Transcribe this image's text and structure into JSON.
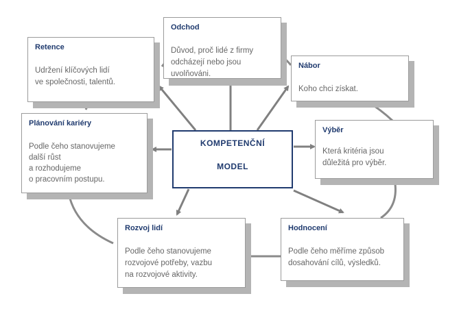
{
  "center": {
    "line1": "KOMPETENČNÍ",
    "line2": "MODEL"
  },
  "boxes": {
    "odchod": {
      "title": "Odchod",
      "body": "Důvod, proč lidé z firmy\nodcházejí nebo jsou\nuvolňováni."
    },
    "retence": {
      "title": "Retence",
      "body": "Udržení klíčových lidí\nve společnosti, talentů."
    },
    "nabor": {
      "title": "Nábor",
      "body": "Koho chci získat."
    },
    "vyber": {
      "title": "Výběr",
      "body": "Která kritéria jsou\ndůležitá pro výběr."
    },
    "planovani": {
      "title": "Plánování kariéry",
      "body": "Podle čeho stanovujeme\ndalší růst\na rozhodujeme\no pracovním postupu."
    },
    "rozvoj": {
      "title": "Rozvoj lidí",
      "body": "Podle čeho stanovujeme\nrozvojové potřeby, vazbu\nna rozvojové aktivity."
    },
    "hodnoceni": {
      "title": "Hodnocení",
      "body": "Podle čeho měříme způsob\ndosahování cílů, výsledků."
    }
  }
}
